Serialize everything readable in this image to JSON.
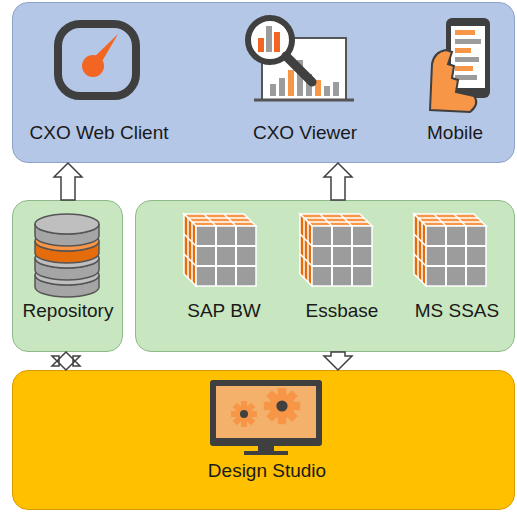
{
  "diagram": {
    "nodes": [
      {
        "text": [
          "CXO Web Client",
          "CXO Viewer",
          "Mobile"
        ]
      },
      {
        "text": [
          "Repository"
        ]
      },
      {
        "text": [
          "SAP BW",
          "Essbase",
          "MS SSAS"
        ]
      },
      {
        "text": [
          "Design Studio"
        ]
      }
    ],
    "edges": [
      {
        "from": 1,
        "to": 0,
        "arrow": "to"
      },
      {
        "from": 2,
        "to": 0,
        "arrow": "to"
      },
      {
        "from": 1,
        "to": 3,
        "arrow": "both"
      },
      {
        "from": 2,
        "to": 3,
        "arrow": "to"
      }
    ]
  }
}
